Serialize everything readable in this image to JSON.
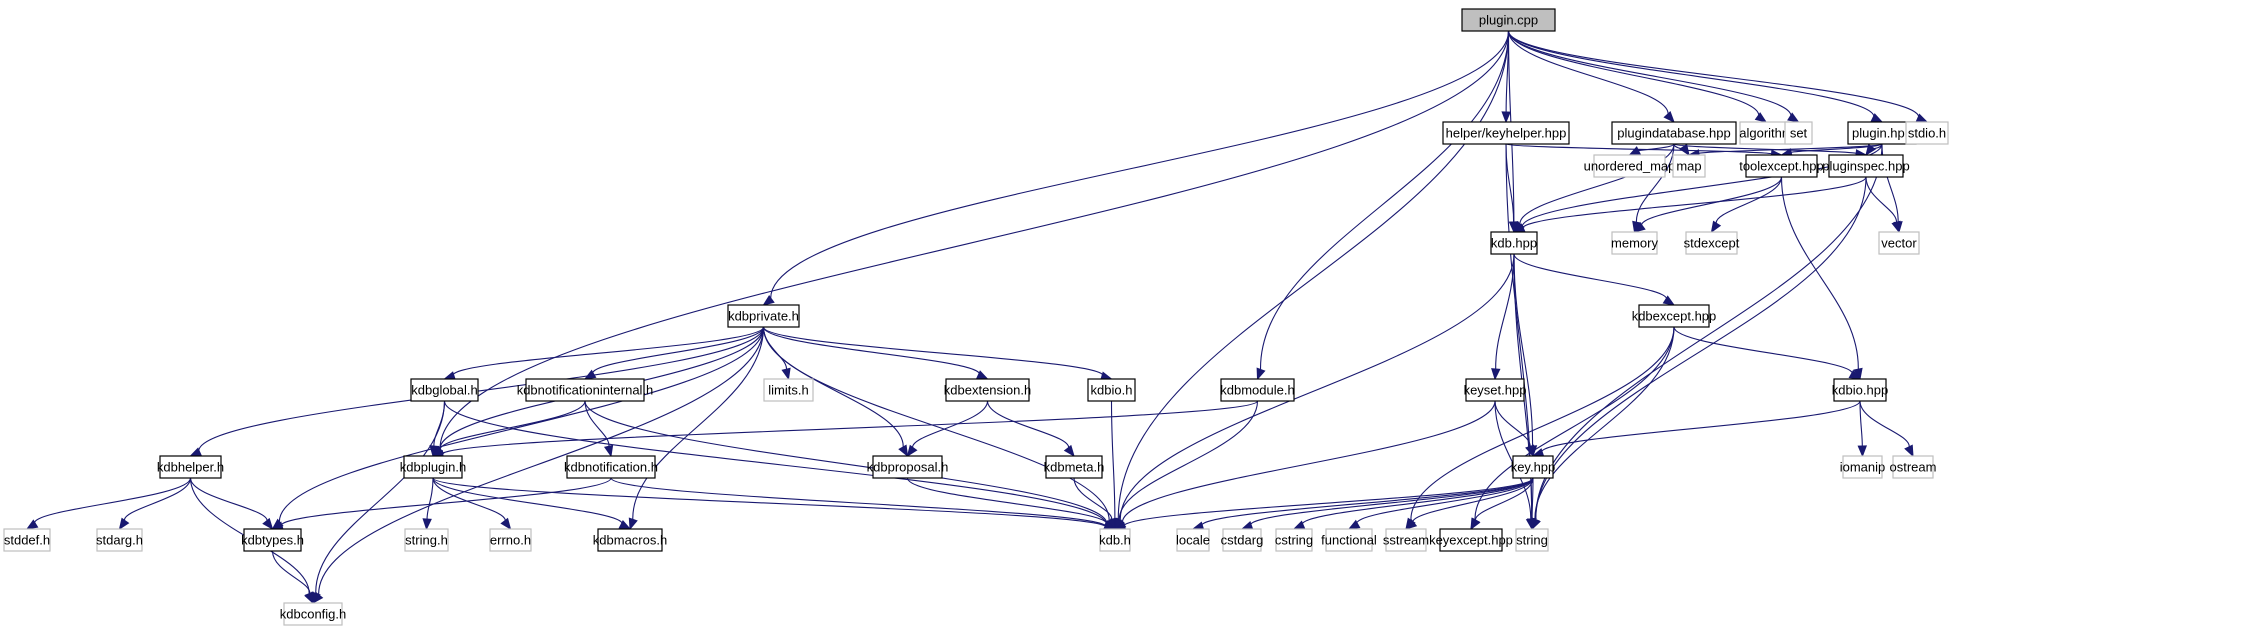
{
  "diagram": {
    "type": "include-dependency-graph",
    "root": "plugin.cpp",
    "colors": {
      "edge": "#191970",
      "root_fill": "#bfbfbf",
      "internal_border": "#000000",
      "external_border": "#bfbfbf"
    },
    "nodes": [
      {
        "id": "plugin_cpp",
        "label": "plugin.cpp",
        "kind": "root"
      },
      {
        "id": "keyhelper",
        "label": "helper/keyhelper.hpp",
        "kind": "internal"
      },
      {
        "id": "plugindatabase",
        "label": "plugindatabase.hpp",
        "kind": "internal"
      },
      {
        "id": "algorithm",
        "label": "algorithm",
        "kind": "external"
      },
      {
        "id": "set",
        "label": "set",
        "kind": "external"
      },
      {
        "id": "plugin_hpp",
        "label": "plugin.hpp",
        "kind": "internal"
      },
      {
        "id": "stdio_h",
        "label": "stdio.h",
        "kind": "external"
      },
      {
        "id": "unordered_map",
        "label": "unordered_map",
        "kind": "external"
      },
      {
        "id": "map",
        "label": "map",
        "kind": "external"
      },
      {
        "id": "toolexcept",
        "label": "toolexcept.hpp",
        "kind": "internal"
      },
      {
        "id": "pluginspec",
        "label": "pluginspec.hpp",
        "kind": "internal"
      },
      {
        "id": "kdb_hpp",
        "label": "kdb.hpp",
        "kind": "internal"
      },
      {
        "id": "memory",
        "label": "memory",
        "kind": "external"
      },
      {
        "id": "stdexcept",
        "label": "stdexcept",
        "kind": "external"
      },
      {
        "id": "vector",
        "label": "vector",
        "kind": "external"
      },
      {
        "id": "kdbprivate",
        "label": "kdbprivate.h",
        "kind": "internal"
      },
      {
        "id": "kdbexcept",
        "label": "kdbexcept.hpp",
        "kind": "internal"
      },
      {
        "id": "kdbglobal",
        "label": "kdbglobal.h",
        "kind": "internal"
      },
      {
        "id": "kdbnotifint",
        "label": "kdbnotificationinternal.h",
        "kind": "internal"
      },
      {
        "id": "limits_h",
        "label": "limits.h",
        "kind": "external"
      },
      {
        "id": "kdbextension",
        "label": "kdbextension.h",
        "kind": "internal"
      },
      {
        "id": "kdbio_h",
        "label": "kdbio.h",
        "kind": "internal"
      },
      {
        "id": "kdbmodule",
        "label": "kdbmodule.h",
        "kind": "internal"
      },
      {
        "id": "keyset",
        "label": "keyset.hpp",
        "kind": "internal"
      },
      {
        "id": "kdbio_hpp",
        "label": "kdbio.hpp",
        "kind": "internal"
      },
      {
        "id": "kdbhelper",
        "label": "kdbhelper.h",
        "kind": "internal"
      },
      {
        "id": "kdbplugin",
        "label": "kdbplugin.h",
        "kind": "internal"
      },
      {
        "id": "kdbnotif",
        "label": "kdbnotification.h",
        "kind": "internal"
      },
      {
        "id": "kdbproposal",
        "label": "kdbproposal.h",
        "kind": "internal"
      },
      {
        "id": "kdbmeta",
        "label": "kdbmeta.h",
        "kind": "internal"
      },
      {
        "id": "key_hpp",
        "label": "key.hpp",
        "kind": "internal"
      },
      {
        "id": "iomanip",
        "label": "iomanip",
        "kind": "external"
      },
      {
        "id": "ostream",
        "label": "ostream",
        "kind": "external"
      },
      {
        "id": "stddef_h",
        "label": "stddef.h",
        "kind": "external"
      },
      {
        "id": "stdarg_h",
        "label": "stdarg.h",
        "kind": "external"
      },
      {
        "id": "kdbtypes",
        "label": "kdbtypes.h",
        "kind": "internal"
      },
      {
        "id": "string_h",
        "label": "string.h",
        "kind": "external"
      },
      {
        "id": "errno_h",
        "label": "errno.h",
        "kind": "external"
      },
      {
        "id": "kdbmacros",
        "label": "kdbmacros.h",
        "kind": "internal"
      },
      {
        "id": "kdb_h",
        "label": "kdb.h",
        "kind": "external"
      },
      {
        "id": "locale",
        "label": "locale",
        "kind": "external"
      },
      {
        "id": "cstdarg",
        "label": "cstdarg",
        "kind": "external"
      },
      {
        "id": "cstring",
        "label": "cstring",
        "kind": "external"
      },
      {
        "id": "functional",
        "label": "functional",
        "kind": "external"
      },
      {
        "id": "sstream",
        "label": "sstream",
        "kind": "external"
      },
      {
        "id": "keyexcept",
        "label": "keyexcept.hpp",
        "kind": "internal"
      },
      {
        "id": "string",
        "label": "string",
        "kind": "external"
      },
      {
        "id": "kdbconfig",
        "label": "kdbconfig.h",
        "kind": "external"
      }
    ],
    "edges": [
      [
        "plugin_cpp",
        "keyhelper"
      ],
      [
        "plugin_cpp",
        "plugindatabase"
      ],
      [
        "plugin_cpp",
        "algorithm"
      ],
      [
        "plugin_cpp",
        "set"
      ],
      [
        "plugin_cpp",
        "plugin_hpp"
      ],
      [
        "plugin_cpp",
        "stdio_h"
      ],
      [
        "plugin_cpp",
        "kdb_hpp"
      ],
      [
        "plugin_cpp",
        "kdbprivate"
      ],
      [
        "plugin_cpp",
        "kdbmodule"
      ],
      [
        "plugin_cpp",
        "kdb_h"
      ],
      [
        "plugin_cpp",
        "kdbplugin"
      ],
      [
        "keyhelper",
        "kdb_hpp"
      ],
      [
        "keyhelper",
        "toolexcept"
      ],
      [
        "keyhelper",
        "string"
      ],
      [
        "plugindatabase",
        "unordered_map"
      ],
      [
        "plugindatabase",
        "map"
      ],
      [
        "plugindatabase",
        "memory"
      ],
      [
        "plugindatabase",
        "kdb_hpp"
      ],
      [
        "plugindatabase",
        "pluginspec"
      ],
      [
        "plugin_hpp",
        "map"
      ],
      [
        "plugin_hpp",
        "toolexcept"
      ],
      [
        "plugin_hpp",
        "pluginspec"
      ],
      [
        "plugin_hpp",
        "kdb_hpp"
      ],
      [
        "plugin_hpp",
        "vector"
      ],
      [
        "plugin_hpp",
        "string"
      ],
      [
        "toolexcept",
        "memory"
      ],
      [
        "toolexcept",
        "stdexcept"
      ],
      [
        "toolexcept",
        "kdbio_hpp"
      ],
      [
        "pluginspec",
        "kdb_hpp"
      ],
      [
        "pluginspec",
        "vector"
      ],
      [
        "pluginspec",
        "string"
      ],
      [
        "kdb_hpp",
        "kdbexcept"
      ],
      [
        "kdb_hpp",
        "keyset"
      ],
      [
        "kdb_hpp",
        "key_hpp"
      ],
      [
        "kdb_hpp",
        "kdb_h"
      ],
      [
        "kdb_hpp",
        "string"
      ],
      [
        "kdbexcept",
        "kdbio_hpp"
      ],
      [
        "kdbexcept",
        "sstream"
      ],
      [
        "kdbexcept",
        "keyexcept"
      ],
      [
        "kdbexcept",
        "string"
      ],
      [
        "kdbio_hpp",
        "key_hpp"
      ],
      [
        "kdbio_hpp",
        "iomanip"
      ],
      [
        "kdbio_hpp",
        "ostream"
      ],
      [
        "keyset",
        "key_hpp"
      ],
      [
        "keyset",
        "kdb_h"
      ],
      [
        "keyset",
        "string"
      ],
      [
        "key_hpp",
        "kdb_h"
      ],
      [
        "key_hpp",
        "locale"
      ],
      [
        "key_hpp",
        "cstdarg"
      ],
      [
        "key_hpp",
        "cstring"
      ],
      [
        "key_hpp",
        "functional"
      ],
      [
        "key_hpp",
        "sstream"
      ],
      [
        "key_hpp",
        "keyexcept"
      ],
      [
        "key_hpp",
        "string"
      ],
      [
        "kdbprivate",
        "kdbhelper"
      ],
      [
        "kdbprivate",
        "kdbglobal"
      ],
      [
        "kdbprivate",
        "kdbnotifint"
      ],
      [
        "kdbprivate",
        "limits_h"
      ],
      [
        "kdbprivate",
        "kdbextension"
      ],
      [
        "kdbprivate",
        "kdbio_h"
      ],
      [
        "kdbprivate",
        "kdbplugin"
      ],
      [
        "kdbprivate",
        "kdbtypes"
      ],
      [
        "kdbprivate",
        "kdbmacros"
      ],
      [
        "kdbprivate",
        "kdbproposal"
      ],
      [
        "kdbprivate",
        "kdbconfig"
      ],
      [
        "kdbprivate",
        "kdb_h"
      ],
      [
        "kdbglobal",
        "kdbplugin"
      ],
      [
        "kdbglobal",
        "kdbconfig"
      ],
      [
        "kdbglobal",
        "kdb_h"
      ],
      [
        "kdbnotifint",
        "kdbplugin"
      ],
      [
        "kdbnotifint",
        "kdbnotif"
      ],
      [
        "kdbnotifint",
        "kdb_h"
      ],
      [
        "kdbextension",
        "kdbproposal"
      ],
      [
        "kdbextension",
        "kdbmeta"
      ],
      [
        "kdbio_h",
        "kdb_h"
      ],
      [
        "kdbmodule",
        "kdbplugin"
      ],
      [
        "kdbmodule",
        "kdb_h"
      ],
      [
        "kdbhelper",
        "stddef_h"
      ],
      [
        "kdbhelper",
        "stdarg_h"
      ],
      [
        "kdbhelper",
        "kdbtypes"
      ],
      [
        "kdbhelper",
        "kdbconfig"
      ],
      [
        "kdbplugin",
        "string_h"
      ],
      [
        "kdbplugin",
        "errno_h"
      ],
      [
        "kdbplugin",
        "kdbmacros"
      ],
      [
        "kdbplugin",
        "kdb_h"
      ],
      [
        "kdbnotif",
        "kdbtypes"
      ],
      [
        "kdbnotif",
        "kdb_h"
      ],
      [
        "kdbproposal",
        "kdb_h"
      ],
      [
        "kdbmeta",
        "kdb_h"
      ],
      [
        "kdbtypes",
        "kdbconfig"
      ]
    ]
  }
}
